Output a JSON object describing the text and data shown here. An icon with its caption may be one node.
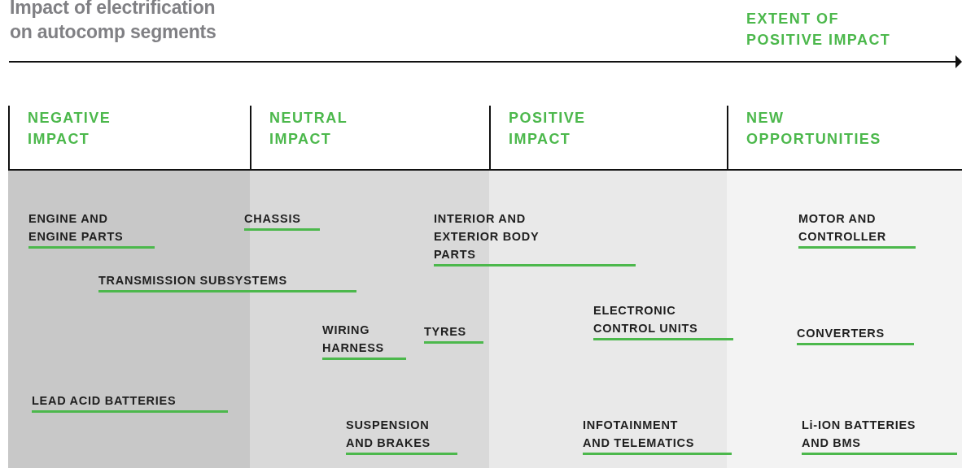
{
  "diagram": {
    "title": "Impact of electrification on autocomp segments",
    "nodes": [
      {
        "text": [
          "NEGATIVE IMPACT"
        ]
      },
      {
        "text": [
          "NEUTRAL IMPACT"
        ]
      },
      {
        "text": [
          "POSITIVE IMPACT"
        ]
      },
      {
        "text": [
          "NEW OPPORTUNITIES"
        ]
      }
    ],
    "labels": [
      "EXTENT OF POSITIVE IMPACT",
      "ENGINE AND ENGINE PARTS",
      "CHASSIS",
      "INTERIOR AND EXTERIOR BODY PARTS",
      "MOTOR AND CONTROLLER",
      "TRANSMISSION SUBSYSTEMS",
      "ELECTRONIC CONTROL UNITS",
      "WIRING HARNESS",
      "TYRES",
      "CONVERTERS",
      "LEAD ACID BATTERIES",
      "SUSPENSION AND BRAKES",
      "INFOTAINMENT AND TELEMATICS",
      "Li-ION BATTERIES AND BMS"
    ]
  }
}
